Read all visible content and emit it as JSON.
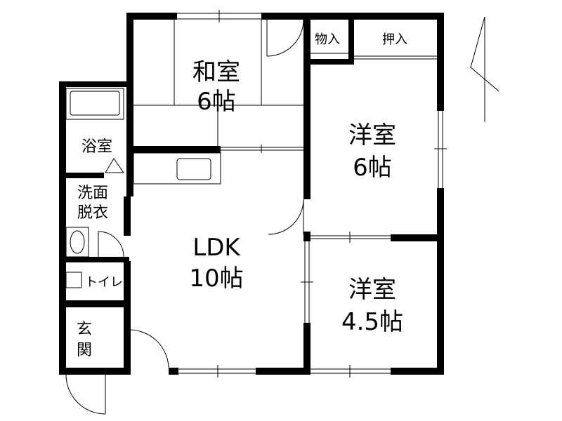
{
  "rooms": {
    "washitsu": {
      "name": "和室",
      "size": "6帖"
    },
    "youshitsu_6": {
      "name": "洋室",
      "size": "6帖"
    },
    "youshitsu_45": {
      "name": "洋室",
      "size": "4.5帖"
    },
    "ldk": {
      "name": "LDK",
      "size": "10帖"
    },
    "bath": {
      "name": "浴室"
    },
    "washroom": {
      "line1": "洗面",
      "line2": "脱衣"
    },
    "toilet": {
      "name": "トイレ"
    },
    "entrance": {
      "line1": "玄",
      "line2": "関"
    },
    "closet_1": {
      "name": "物入"
    },
    "closet_2": {
      "name": "押入"
    }
  }
}
